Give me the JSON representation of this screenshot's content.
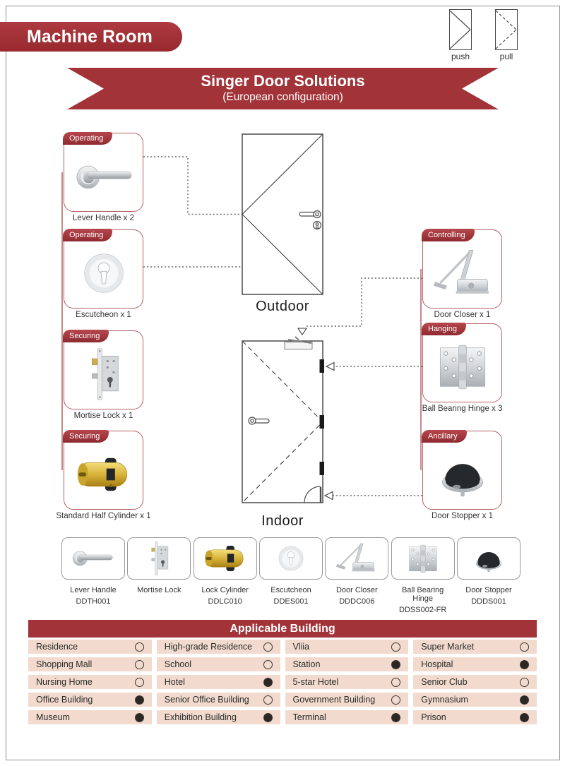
{
  "header": {
    "banner": "Machine Room"
  },
  "legend": {
    "push": "push",
    "pull": "pull"
  },
  "ribbon": {
    "title": "Singer Door Solutions",
    "subtitle": "(European configuration)"
  },
  "diagram": {
    "outdoor_label": "Outdoor",
    "indoor_label": "Indoor"
  },
  "callouts": {
    "left": [
      {
        "tag": "Operating",
        "caption": "Lever Handle x 2",
        "icon": "lever-handle"
      },
      {
        "tag": "Operating",
        "caption": "Escutcheon x 1",
        "icon": "escutcheon"
      },
      {
        "tag": "Securing",
        "caption": "Mortise Lock x 1",
        "icon": "mortise-lock"
      },
      {
        "tag": "Securing",
        "caption": "Standard Half Cylinder x 1",
        "icon": "half-cylinder"
      }
    ],
    "right": [
      {
        "tag": "Controlling",
        "caption": "Door Closer x 1",
        "icon": "door-closer"
      },
      {
        "tag": "Hanging",
        "caption": "Ball Bearing Hinge x 3",
        "icon": "ball-bearing-hinge"
      },
      {
        "tag": "Ancillary",
        "caption": "Door Stopper x 1",
        "icon": "door-stopper"
      }
    ]
  },
  "products": [
    {
      "name": "Lever Handle",
      "code": "DDTH001"
    },
    {
      "name": "Mortise Lock",
      "code": ""
    },
    {
      "name": "Lock Cylinder",
      "code": "DDLC010"
    },
    {
      "name": "Escutcheon",
      "code": "DDES001"
    },
    {
      "name": "Door Closer",
      "code": "DDDC006"
    },
    {
      "name": "Ball Bearing Hinge",
      "code": "DDSS002-FR"
    },
    {
      "name": "Door Stopper",
      "code": "DDDS001"
    }
  ],
  "applicable_building": {
    "title": "Applicable Building",
    "columns": [
      {
        "items": [
          {
            "label": "Residence",
            "selected": false
          },
          {
            "label": "Shopping Mall",
            "selected": false
          },
          {
            "label": "Nursing Home",
            "selected": false
          },
          {
            "label": "Office Building",
            "selected": true
          },
          {
            "label": "Museum",
            "selected": true
          }
        ]
      },
      {
        "items": [
          {
            "label": "High-grade Residence",
            "selected": false
          },
          {
            "label": "School",
            "selected": false
          },
          {
            "label": "Hotel",
            "selected": true
          },
          {
            "label": "Senior Office Building",
            "selected": false
          },
          {
            "label": "Exhibition Building",
            "selected": true
          }
        ]
      },
      {
        "items": [
          {
            "label": "Vliia",
            "selected": false
          },
          {
            "label": "Station",
            "selected": true
          },
          {
            "label": "5-star Hotel",
            "selected": false
          },
          {
            "label": "Government Building",
            "selected": false
          },
          {
            "label": "Terminal",
            "selected": true
          }
        ]
      },
      {
        "items": [
          {
            "label": "Super Market",
            "selected": false
          },
          {
            "label": "Hospital",
            "selected": true
          },
          {
            "label": "Senior Club",
            "selected": false
          },
          {
            "label": "Gymnasium",
            "selected": true
          },
          {
            "label": "Prison",
            "selected": true
          }
        ]
      }
    ]
  },
  "colors": {
    "accent_red": "#A23338",
    "row_bg": "#F2DBCE",
    "indicator_fill": "#2D2723"
  }
}
